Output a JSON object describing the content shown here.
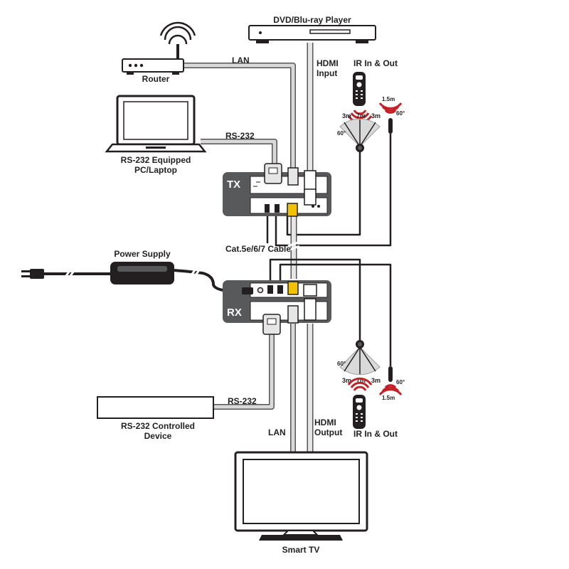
{
  "devices": {
    "dvd_player": "DVD/Blu-ray Player",
    "router": "Router",
    "laptop_line1": "RS-232 Equipped",
    "laptop_line2": "PC/Laptop",
    "power_supply": "Power Supply",
    "rs232_device_line1": "RS-232 Controlled",
    "rs232_device_line2": "Device",
    "smart_tv": "Smart TV",
    "tx": "TX",
    "rx": "RX"
  },
  "connections": {
    "lan_top": "LAN",
    "hdmi_input_line1": "HDMI",
    "hdmi_input_line2": "Input",
    "rs232_top": "RS-232",
    "cable": "Cat.5e/6/7 Cable",
    "rs232_bottom": "RS-232",
    "lan_bottom": "LAN",
    "hdmi_output_line1": "HDMI",
    "hdmi_output_line2": "Output"
  },
  "ir_top": {
    "title": "IR In & Out",
    "distance_left": "3m",
    "distance_mid": "7m",
    "distance_right": "3m",
    "angle": "60°",
    "range": "1.5m",
    "range_angle": "60°"
  },
  "ir_bottom": {
    "title": "IR In & Out",
    "distance_left": "3m",
    "distance_mid": "7m",
    "distance_right": "3m",
    "angle": "60°",
    "range": "1.5m",
    "range_angle": "60°"
  },
  "colors": {
    "box_fill": "#58595b",
    "cable": "#9d9fa2",
    "ir_red": "#c62026",
    "outline": "#231f20"
  }
}
